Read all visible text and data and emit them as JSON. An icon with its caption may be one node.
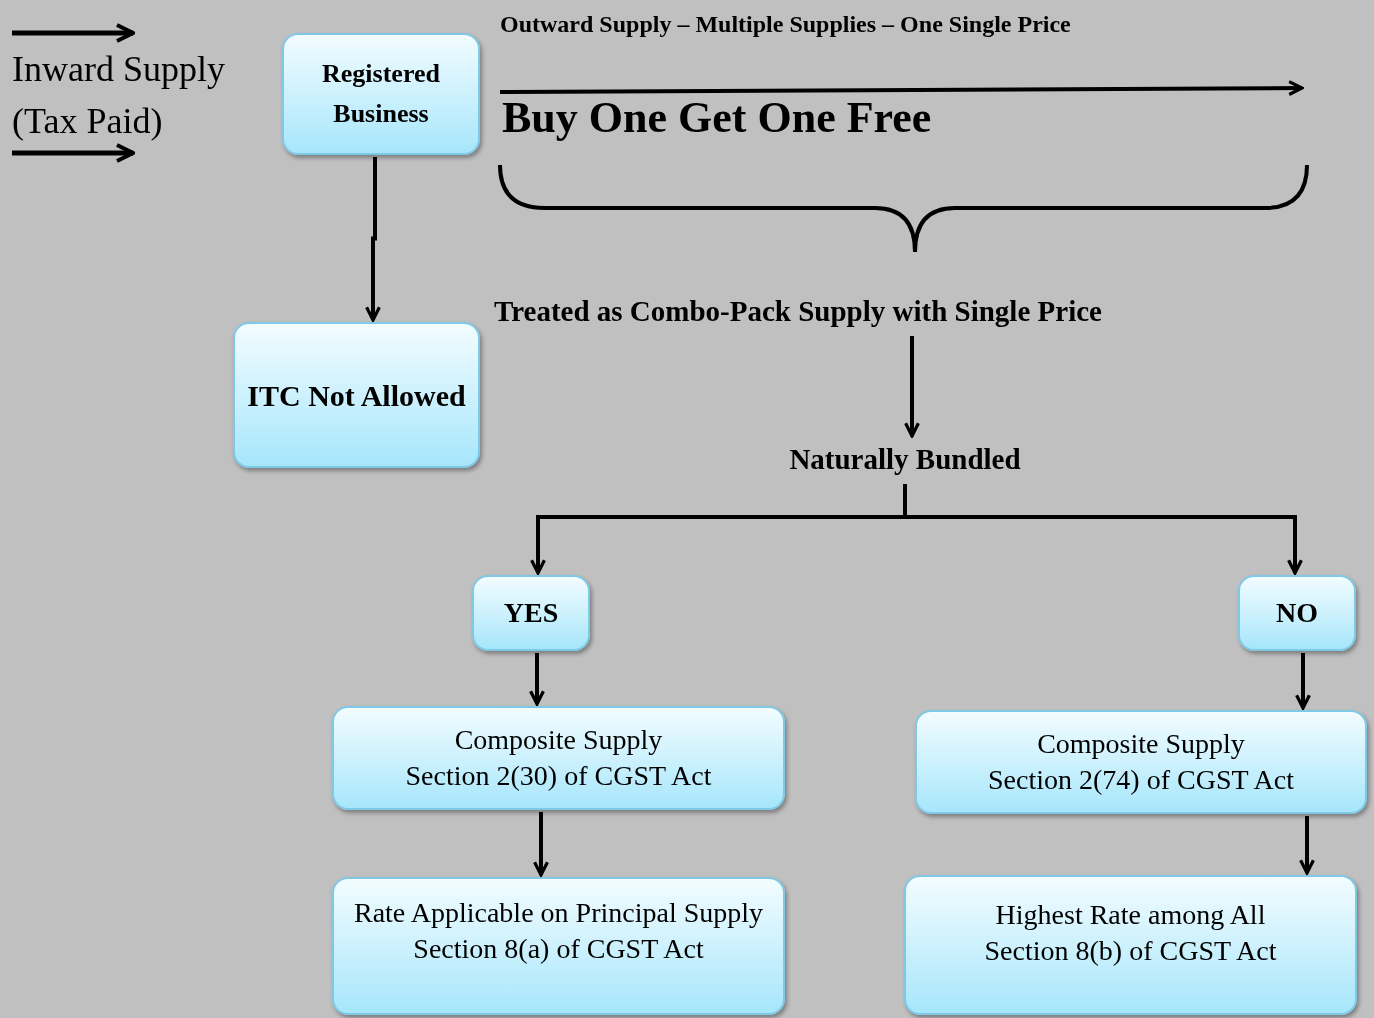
{
  "diagram": {
    "nodes": [
      {
        "text": [
          "Inward Supply (Tax Paid)"
        ]
      },
      {
        "text": [
          "Registered Business"
        ]
      },
      {
        "text": [
          "ITC Not Allowed"
        ]
      },
      {
        "text": [
          "Buy One Get One Free"
        ]
      },
      {
        "text": [
          "Treated as Combo-Pack Supply with Single Price"
        ]
      },
      {
        "text": [
          "Naturally Bundled"
        ]
      },
      {
        "text": [
          "YES"
        ]
      },
      {
        "text": [
          "NO"
        ]
      },
      {
        "text": [
          "Composite Supply",
          "Section 2(30) of CGST Act"
        ]
      },
      {
        "text": [
          "Composite Supply",
          "Section 2(74) of CGST Act"
        ]
      },
      {
        "text": [
          "Rate Applicable on Principal Supply",
          "Section 8(a) of CGST Act"
        ]
      },
      {
        "text": [
          "Highest Rate among All",
          "Section 8(b) of CGST Act"
        ]
      }
    ],
    "edges": [
      {
        "from": 1,
        "to": 2,
        "arrow": "to"
      },
      {
        "from": 4,
        "to": 5,
        "arrow": "to"
      },
      {
        "from": 5,
        "to": 6,
        "arrow": "to"
      },
      {
        "from": 5,
        "to": 7,
        "arrow": "to"
      },
      {
        "from": 6,
        "to": 8,
        "arrow": "to"
      },
      {
        "from": 7,
        "to": 9,
        "arrow": "to"
      },
      {
        "from": 8,
        "to": 10,
        "arrow": "to"
      },
      {
        "from": 9,
        "to": 11,
        "arrow": "to"
      }
    ],
    "labels": [
      "Outward Supply – Multiple Supplies – One Single Price"
    ]
  }
}
